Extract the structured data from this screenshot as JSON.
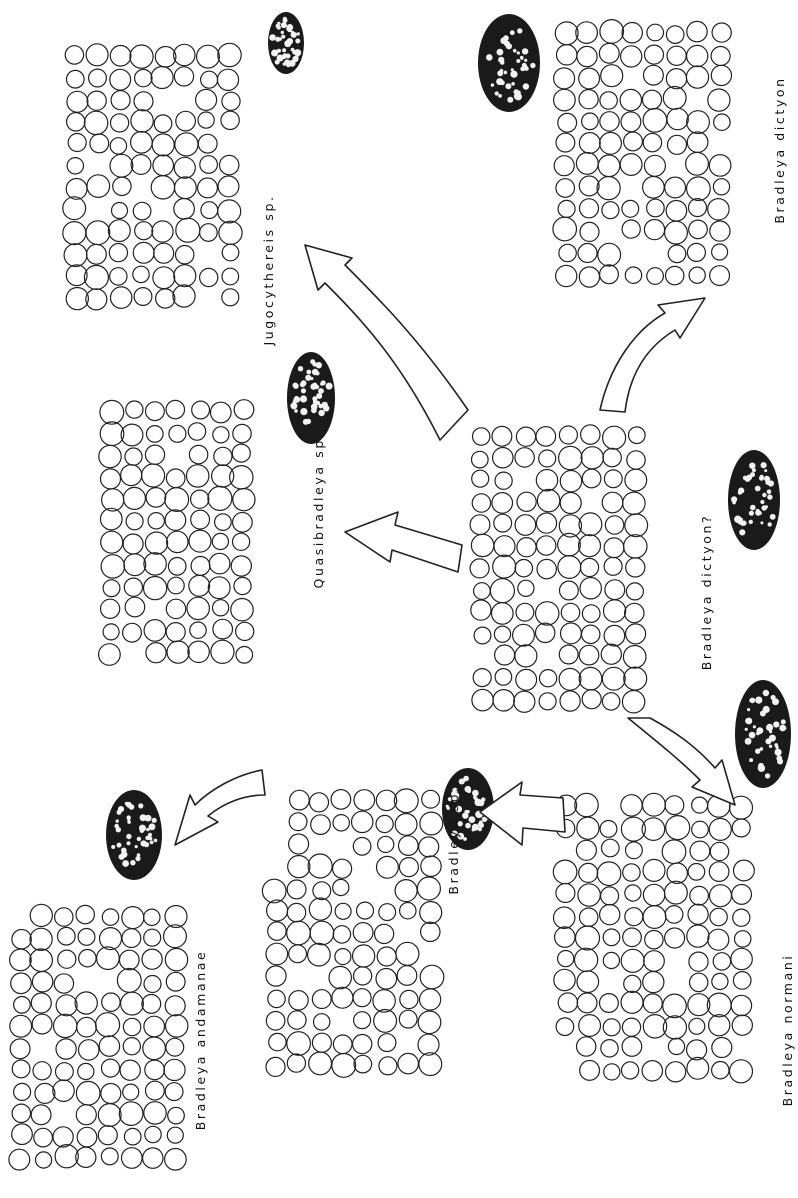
{
  "figure": {
    "species": [
      {
        "id": "jugocythereis",
        "label": "Jugocythereis sp."
      },
      {
        "id": "bradleya-dictyon",
        "label": "Bradleya dictyon"
      },
      {
        "id": "quasibradleya",
        "label": "Quasibradleya sp."
      },
      {
        "id": "bradleya-dictyon-q",
        "label": "Bradleya dictyon?"
      },
      {
        "id": "bradleya-andamanae",
        "label": "Bradleya andamanae"
      },
      {
        "id": "bradleya-sp",
        "label": "Bradleya sp."
      },
      {
        "id": "bradleya-normani",
        "label": "Bradleya normani"
      }
    ],
    "evolution_arrows": [
      {
        "from": "bradleya-dictyon-q",
        "to": "jugocythereis"
      },
      {
        "from": "bradleya-dictyon-q",
        "to": "bradleya-dictyon"
      },
      {
        "from": "bradleya-dictyon-q",
        "to": "quasibradleya"
      },
      {
        "from": "bradleya-dictyon-q",
        "to": "bradleya-normani"
      },
      {
        "from": "bradleya-normani",
        "to": "bradleya-sp"
      },
      {
        "from": "bradleya-sp",
        "to": "bradleya-andamanae"
      }
    ]
  }
}
